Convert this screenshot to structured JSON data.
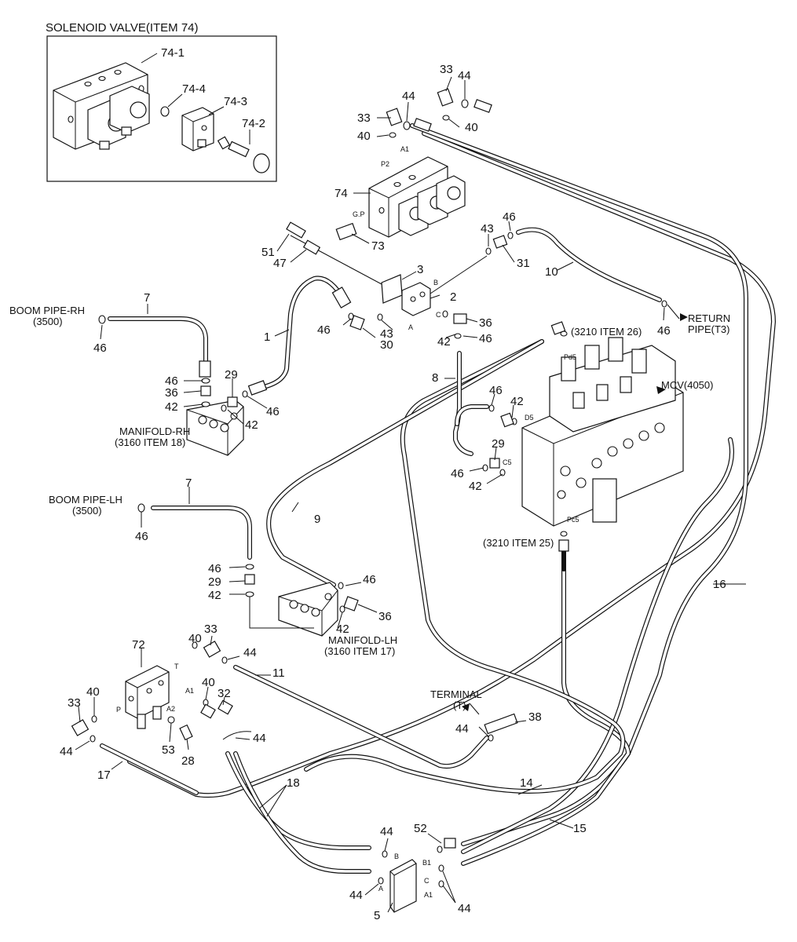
{
  "title": "SOLENOID VALVE(ITEM 74)",
  "notes": {
    "boom_pipe_rh": "BOOM PIPE-RH",
    "boom_pipe_rh_ref": "(3500)",
    "boom_pipe_lh": "BOOM PIPE-LH",
    "boom_pipe_lh_ref": "(3500)",
    "manifold_rh": "MANIFOLD-RH",
    "manifold_rh_ref": "(3160 ITEM 18)",
    "manifold_lh": "MANIFOLD-LH",
    "manifold_lh_ref": "(3160 ITEM 17)",
    "return_pipe": "RETURN",
    "return_pipe_2": "PIPE(T3)",
    "item26": "(3210 ITEM 26)",
    "item25": "(3210 ITEM 25)",
    "mcv": "MCV(4050)",
    "terminal": "TERMINAL",
    "terminal_t": "(T)"
  },
  "ports": {
    "a1_top": "A1",
    "p2": "P2",
    "gp": "G.P",
    "b": "B",
    "a": "A",
    "c": "C",
    "pd5": "Pd5",
    "d5": "D5",
    "c5": "C5",
    "pc5": "Pc5",
    "t": "T",
    "a1_mid": "A1",
    "a2": "A2",
    "p": "P",
    "b_bot": "B",
    "b1": "B1",
    "c_bot": "C",
    "a_bot": "A",
    "a1_bot": "A1"
  },
  "callouts": {
    "c74_1": "74-1",
    "c74_4": "74-4",
    "c74_3": "74-3",
    "c74_2": "74-2",
    "c33a": "33",
    "c44a": "44",
    "c33b": "33",
    "c44b": "44",
    "c40a": "40",
    "c40b": "40",
    "c74": "74",
    "c73": "73",
    "c51": "51",
    "c47": "47",
    "c43a": "43",
    "c46a": "46",
    "c31": "31",
    "c10": "10",
    "c3": "3",
    "c2": "2",
    "c7a": "7",
    "c46b": "46",
    "c46c": "46",
    "c43b": "43",
    "c30": "30",
    "c36a": "36",
    "c42a": "42",
    "c46d": "46",
    "c46ret": "46",
    "c1": "1",
    "c46rh": "46",
    "c46e": "46",
    "c36b": "36",
    "c42b": "42",
    "c29a": "29",
    "c42c": "42",
    "c46f": "46",
    "c8": "8",
    "c46g": "46",
    "c42d": "42",
    "c29b": "29",
    "c46h": "46",
    "c42e": "42",
    "c7b": "7",
    "c46lh": "46",
    "c9": "9",
    "c46i": "46",
    "c29c": "29",
    "c42f": "42",
    "c46j": "46",
    "c42g": "42",
    "c36c": "36",
    "c16": "16",
    "c72": "72",
    "c40c": "40",
    "c33c": "33",
    "c44c": "44",
    "c11": "11",
    "c40d": "40",
    "c32": "32",
    "c33d": "33",
    "c40e": "40",
    "c44d": "44",
    "c53": "53",
    "c28": "28",
    "c44e": "44",
    "c38": "38",
    "c44f": "44",
    "c17": "17",
    "c18": "18",
    "c14": "14",
    "c15": "15",
    "c44g": "44",
    "c52": "52",
    "c44h": "44",
    "c5": "5",
    "c44i": "44"
  }
}
